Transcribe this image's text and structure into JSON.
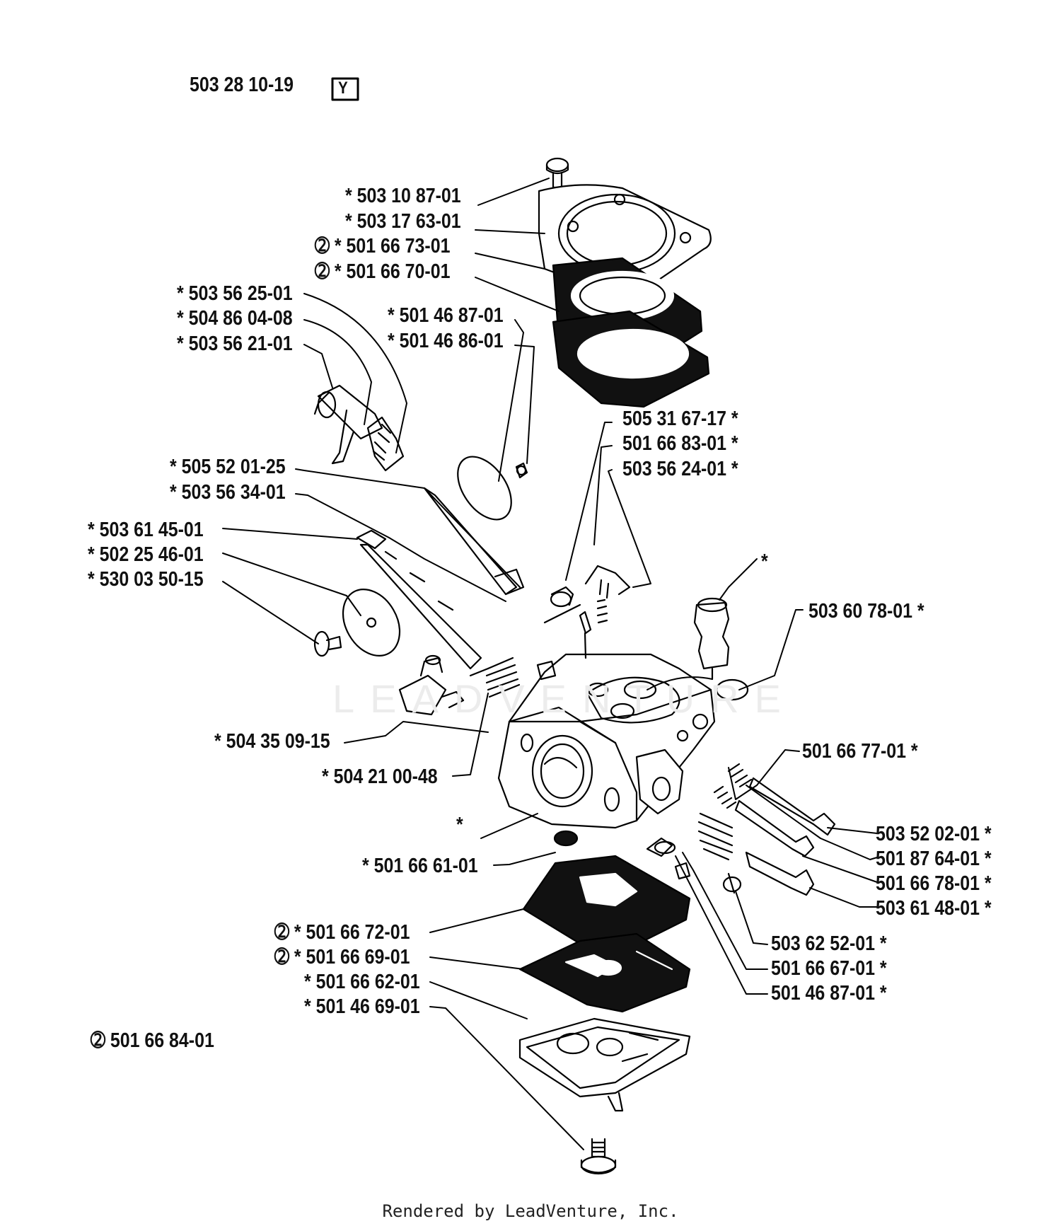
{
  "header": {
    "part_number": "503 28 10-19",
    "badge": "Y"
  },
  "watermark": "LEADVENTURE",
  "parts_labels": {
    "l1": "*  503 10 87-01",
    "l2": "*  503 17 63-01",
    "l3": "➁  *  501 66 73-01",
    "l4": "➁  *  501 66 70-01",
    "l5": "*  503 56 25-01",
    "l6": "*  504 86 04-08",
    "l7": "*  503 56 21-01",
    "l8": "*  501 46 87-01",
    "l9": "*  501 46 86-01",
    "l10": "505 31 67-17  *",
    "l11": "501 66 83-01  *",
    "l12": "503 56 24-01  *",
    "l13": "*  505 52 01-25",
    "l14": "*  503 56 34-01",
    "l15": "*  503 61 45-01",
    "l16": "*  502 25 46-01",
    "l17": "*  530 03 50-15",
    "l18": "*",
    "l19": "503 60 78-01  *",
    "l20": "*  504 35 09-15",
    "l21": "*  504 21 00-48",
    "l22": "501 66 77-01  *",
    "l23": "*",
    "l24": "503 52 02-01  *",
    "l25": "501 87 64-01  *",
    "l26": "501 66 78-01  *",
    "l27": "503 61 48-01  *",
    "l28": "*  501 66 61-01",
    "l29": "➁  *  501 66 72-01",
    "l30": "➁  *  501 66 69-01",
    "l31": "*  501 66 62-01",
    "l32": "*  501 46 69-01",
    "l33": "503 62 52-01  *",
    "l34": "501 66 67-01  *",
    "l35": "501 46 87-01  *",
    "kit": "➁ 501 66 84-01"
  },
  "footer": "Rendered by LeadVenture, Inc."
}
